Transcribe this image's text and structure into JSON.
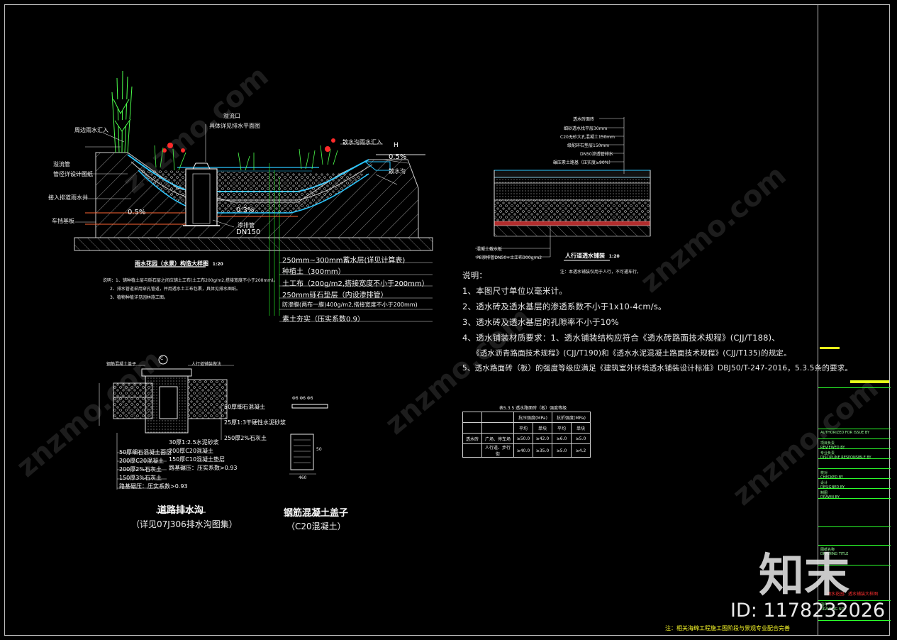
{
  "logo_text": "知末",
  "id_label": "ID: 1178232026",
  "main_section": {
    "title": "雨水花园（水景）构造大样图",
    "scale": "1:20",
    "labels": {
      "overflow_port": "溢流口",
      "overflow_detail": "具体详见排水平面图",
      "surrounding_runoff": "周边雨水汇入",
      "disperse_inflow": "散水沟雨水汇入",
      "overflow_pipe": "溢流管",
      "overflow_pipe_design": "管径详设计图纸",
      "connect_well": "接入排道雨水井",
      "vehicle_plate": "车挡基板",
      "seep_pipe": "渗排管",
      "gutter": "散水沟",
      "pipe_dn": "DN150",
      "slope_left": "0.5%",
      "slope_mid": "0.3%",
      "slope_right": "0.5%",
      "h_mark": "H"
    },
    "layers": [
      "250mm~300mm蓄水层(详见计算表)",
      "种植土（300mm）",
      "土工布（200g/m2,搭接宽度不小于200mm）",
      "250mm砾石垫层（内设渗排管）",
      "防渗膜(两布一膜)400g/m2,搭接宽度不小于200mm)",
      "素土夯实（压实系数0.9）"
    ],
    "note_lines": [
      "说明：1、铺种植土层与砾石层之间应铺土工布(土工布200g/m2,搭接宽度不小于200mm)。",
      "2、排水管道采用穿孔管道，并用透水土工布包裹，具体见排水图纸。",
      "3、植物种植详见园林施工图。"
    ]
  },
  "pavement_section": {
    "title": "人行道透水铺装",
    "scale": "1:20",
    "layers": [
      "透水砖面砖",
      "细砂透水找平层30mm",
      "C20无砂大孔混凝土150mm",
      "级配碎石垫层150mm",
      "DN50渗透管排水",
      "碾压素土路基（压实度≥90%）"
    ],
    "bottom_labels": [
      "混凝土截水板",
      "PE渗排管DN50+土工布300g/m2"
    ],
    "remark": "注：本透水铺装仅用于人行，不可通车行。"
  },
  "notes": {
    "heading": "说明：",
    "items": [
      "1、本图尺寸单位以毫米计。",
      "2、透水砖及透水基层的渗透系数不小于1x10-4cm/s。",
      "3、透水砖及透水基层的孔隙率不小于10%",
      "4、透水铺装材质要求：1、透水铺装结构应符合《透水砖路面技术规程》(CJJ/T188)、",
      "《透水沥青路面技术规程》(CJJ/T190)和《透水水泥混凝土路面技术规程》(CJJ/T135)的规定。",
      "5、透水路面砖（板）的强度等级应满足《建筑室外环境透水铺装设计标准》DBJ50/T-247-2016，5.3.5条的要求。"
    ]
  },
  "strength_table": {
    "caption": "表5.3.5 透水路面砖（板）强度等级",
    "header_row1": [
      "",
      "",
      "抗压强度(MPa)",
      "",
      "抗折强度(MPa)",
      ""
    ],
    "header_row2": [
      "",
      "",
      "平均",
      "单块",
      "平均",
      "单块"
    ],
    "rows": [
      [
        "透水砖",
        "广场、停车场",
        "≥50.0",
        "≥42.0",
        "≥6.0",
        "≥5.0"
      ],
      [
        "",
        "人行道、步行街",
        "≥40.0",
        "≥35.0",
        "≥5.0",
        "≥4.2"
      ]
    ]
  },
  "drain_ditch": {
    "title": "道路排水沟",
    "subtitle": "（详见07J306排水沟图集）",
    "labels": [
      "50厚细石混凝土面层",
      "200厚C20混凝土",
      "200厚2%石灰土",
      "150厚3%石灰土",
      "路基碾压：压实系数>0.93",
      "30厚1:2.5水泥砂浆",
      "200厚C20混凝土",
      "150厚C10混凝土垫层",
      "路基碾压：压实系数>0.93"
    ],
    "right_labels": [
      "50厚细石混凝土",
      "25厚1:3干硬性水泥砂浆",
      "250厚2%石灰土"
    ],
    "top_labels": [
      "钢筋混凝土盖子",
      "人行道铺装做法"
    ],
    "circle_mark": "C"
  },
  "cover": {
    "title": "钢筋混凝土盖子",
    "subtitle": "（C20混凝土）",
    "rebar": "Φ6  Φ6  Φ6",
    "dim_width": "460",
    "dim_height": "50"
  },
  "footer_note": "注：相关海绵工程施工图阶段与景观专业配合完善",
  "title_block": {
    "fields": [
      "AUTHORIZED FOR ISSUE BY",
      "项目负责",
      "REVIEWED BY",
      "专业负责",
      "DISCIPLINE RESPONSIBLE BY",
      "校对",
      "CHECKED BY",
      "设计",
      "DESIGNED BY",
      "制图",
      "DRAWN BY",
      "图纸名称",
      "DRAWING TITLE",
      "图号",
      "DRAWING NO."
    ],
    "drawing_title": "雨水花园、透水铺装大样图"
  }
}
